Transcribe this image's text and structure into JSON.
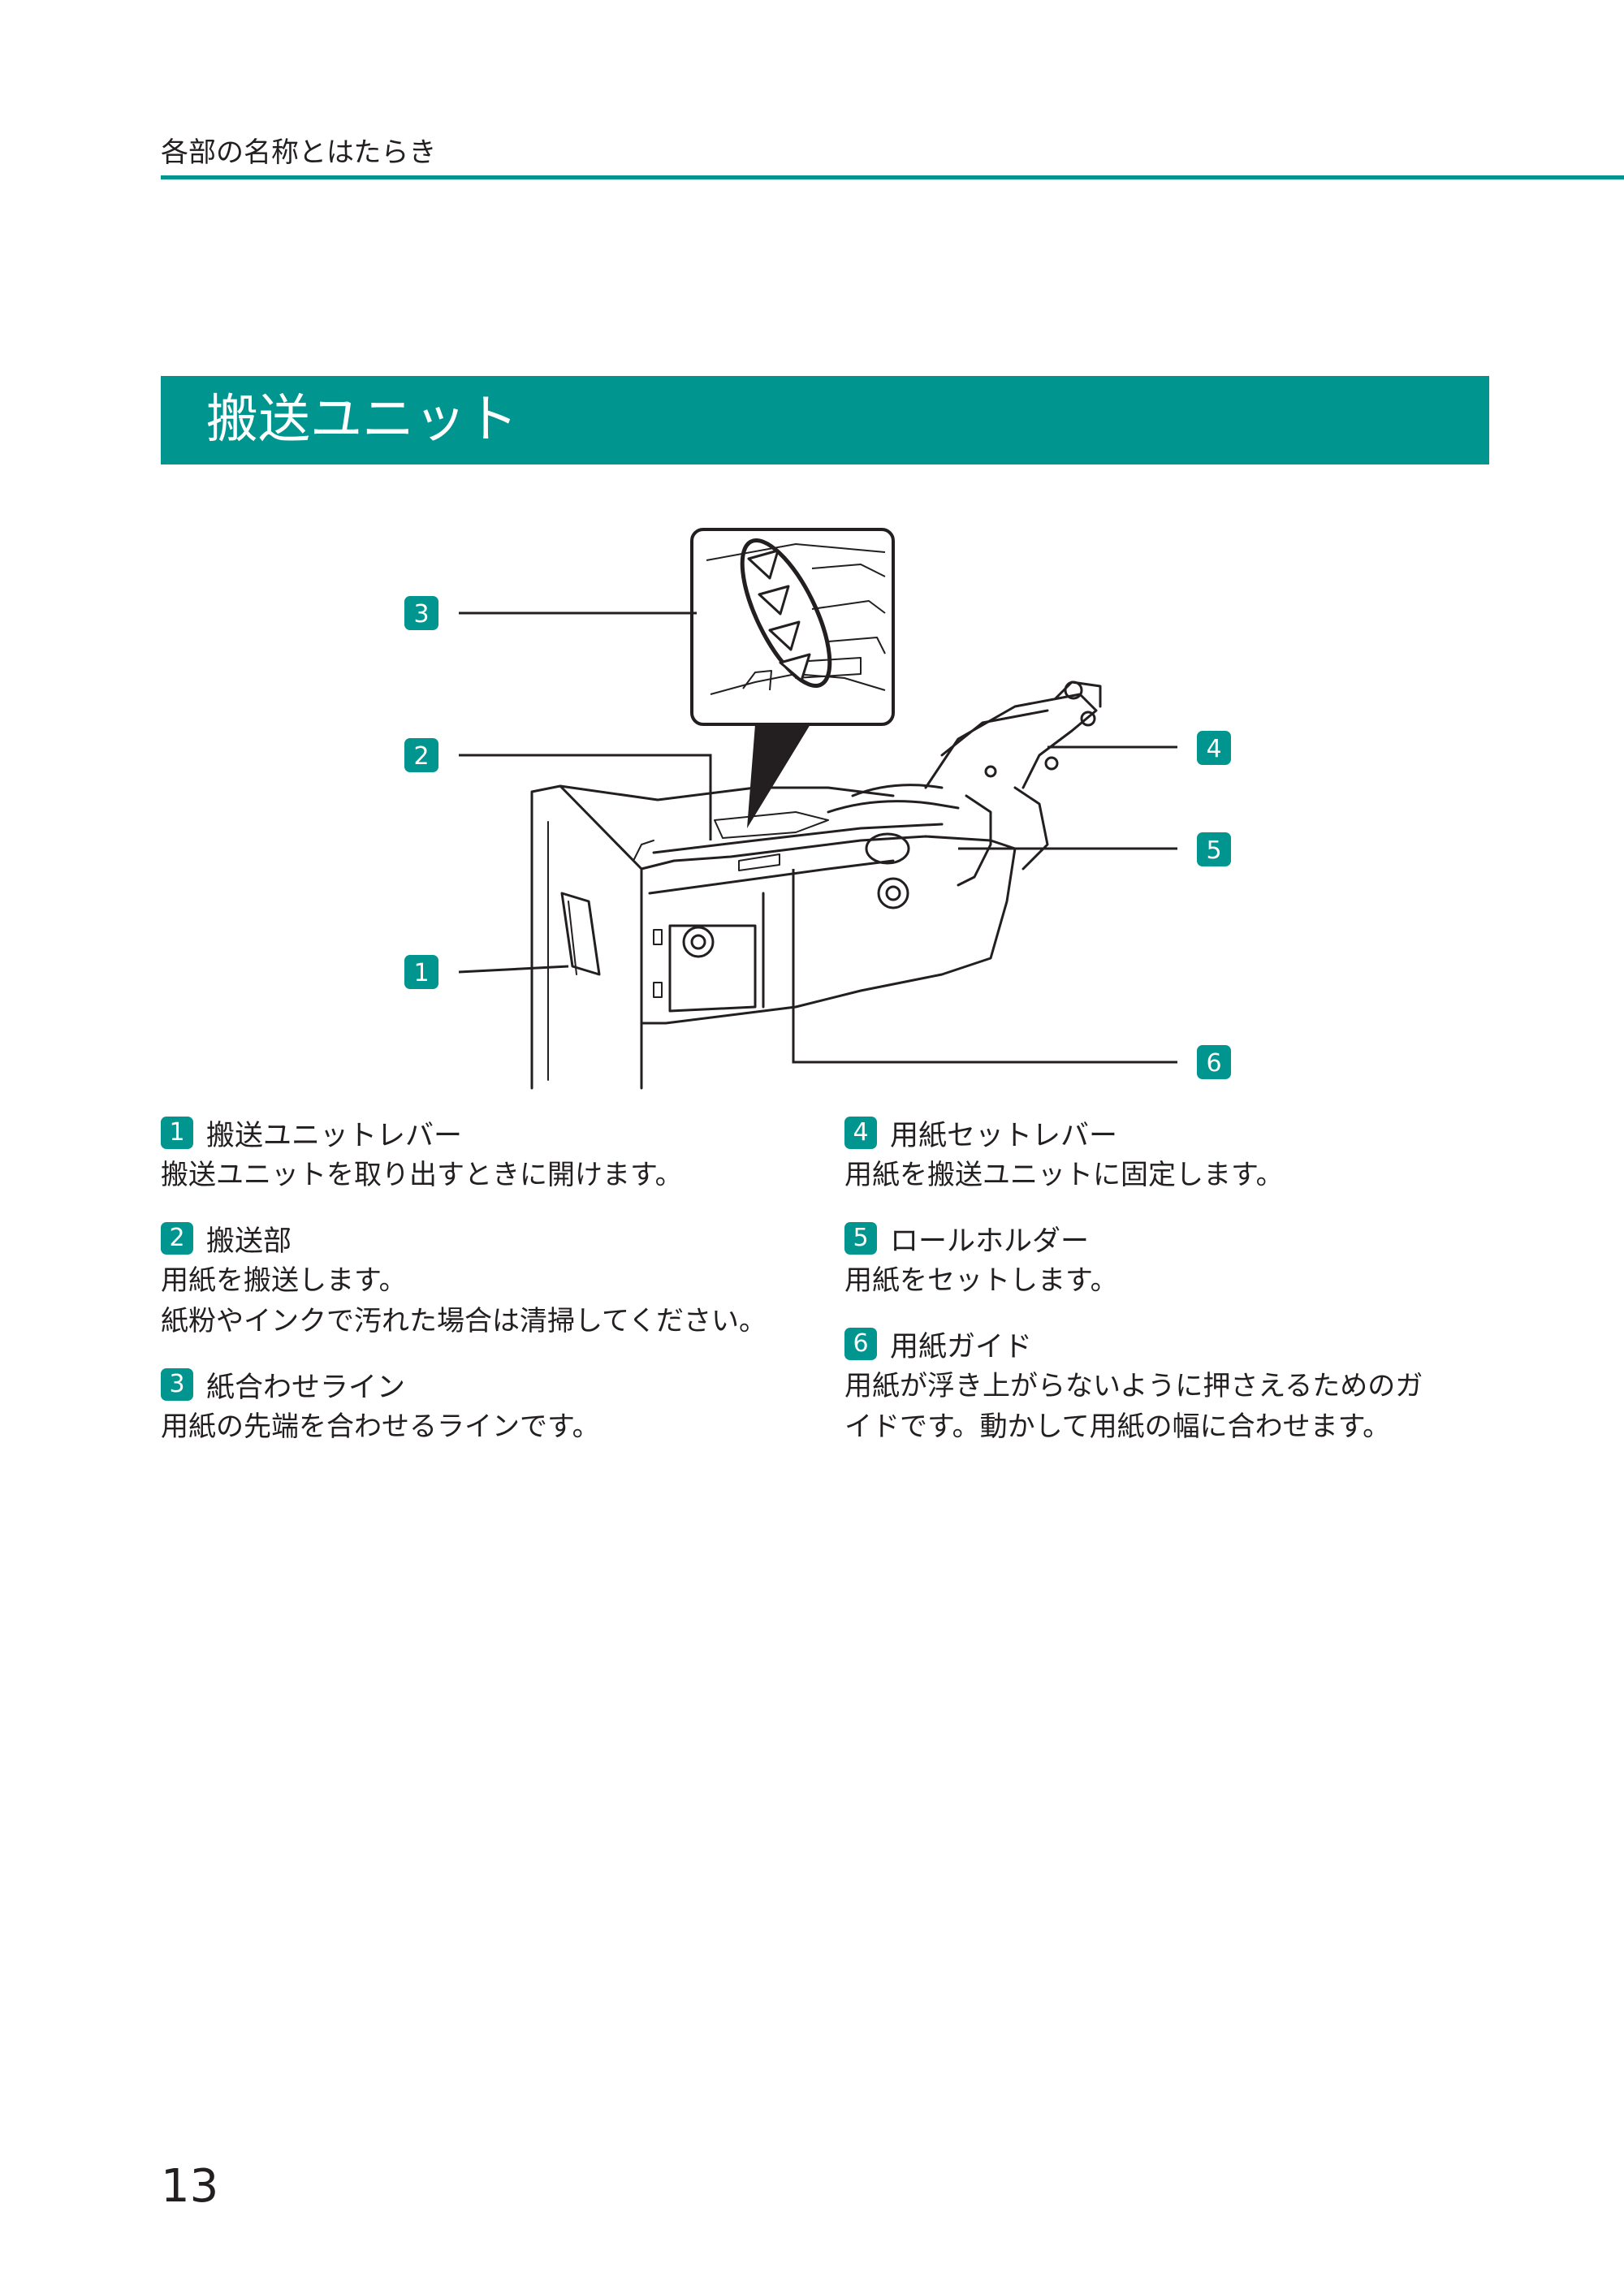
{
  "header": {
    "running_title": "各部の名称とはたらき"
  },
  "section": {
    "title": "搬送ユニット"
  },
  "figure": {
    "callouts": [
      "1",
      "2",
      "3",
      "4",
      "5",
      "6"
    ]
  },
  "items": [
    {
      "number": "1",
      "title": "搬送ユニットレバー",
      "lines": [
        "搬送ユニットを取り出すときに開けます。"
      ]
    },
    {
      "number": "2",
      "title": "搬送部",
      "lines": [
        "用紙を搬送します。",
        "紙粉やインクで汚れた場合は清掃してください。"
      ]
    },
    {
      "number": "3",
      "title": "紙合わせライン",
      "lines": [
        "用紙の先端を合わせるラインです。"
      ]
    },
    {
      "number": "4",
      "title": "用紙セットレバー",
      "lines": [
        "用紙を搬送ユニットに固定します。"
      ]
    },
    {
      "number": "5",
      "title": "ロールホルダー",
      "lines": [
        "用紙をセットします。"
      ]
    },
    {
      "number": "6",
      "title": "用紙ガイド",
      "lines": [
        "用紙が浮き上がらないように押さえるためのガ",
        "イドです。動かして用紙の幅に合わせます。"
      ]
    }
  ],
  "footer": {
    "page_number": "13"
  },
  "colors": {
    "accent": "#00968f",
    "text": "#231f20"
  }
}
